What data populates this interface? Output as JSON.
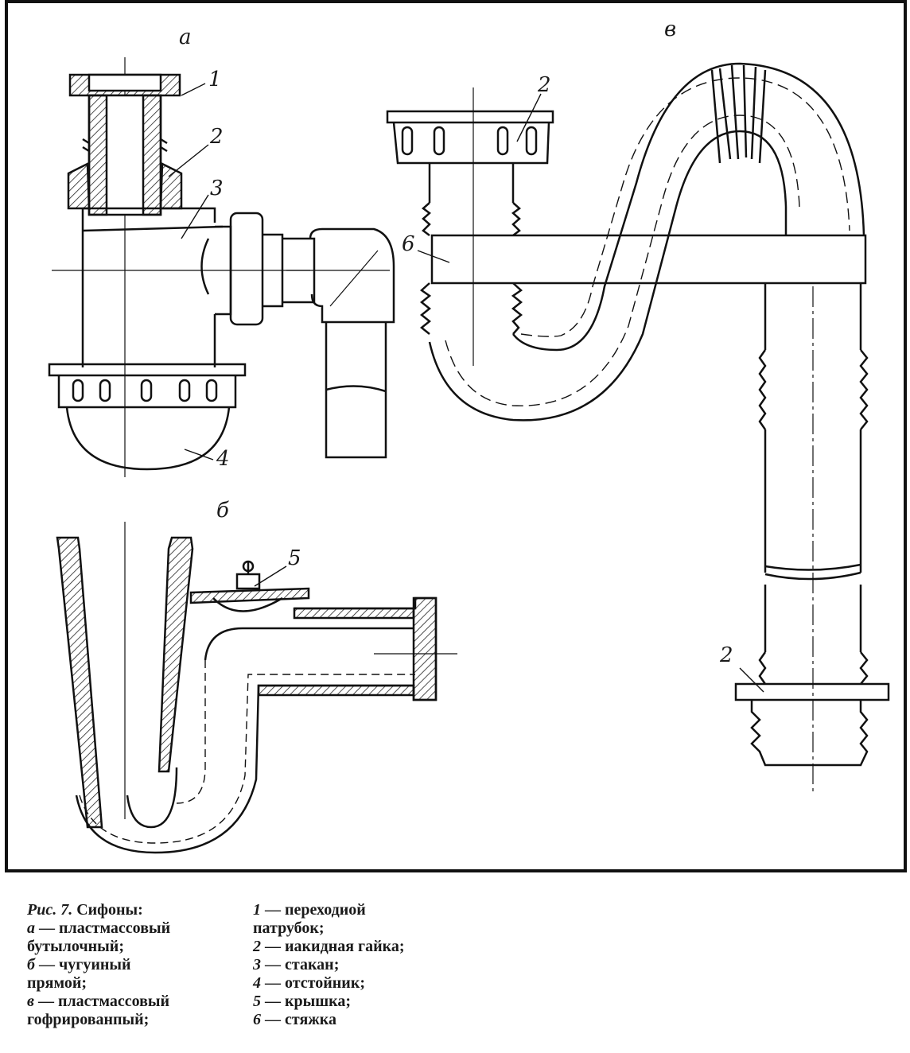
{
  "labels": {
    "a": "а",
    "b": "б",
    "v": "в",
    "n1": "1",
    "n2a": "2",
    "n3": "3",
    "n4": "4",
    "n5": "5",
    "n2v_top": "2",
    "n6": "6",
    "n2v_bottom": "2"
  },
  "caption": {
    "fig_ref": "Рис. 7.",
    "fig_title": " Сифоны:",
    "left": [
      {
        "key": "а",
        "text": " — пластмассовый"
      },
      {
        "key": "",
        "text": "бутылочный;"
      },
      {
        "key": "б",
        "text": " — чугуиный"
      },
      {
        "key": "",
        "text": "прямой;"
      },
      {
        "key": "в",
        "text": " — пластмассовый"
      },
      {
        "key": "",
        "text": "гофрированпый;"
      }
    ],
    "right": [
      {
        "key": "1",
        "text": " — переходиой"
      },
      {
        "key": "",
        "text": "патрубок;"
      },
      {
        "key": "2",
        "text": " — иакидная гайка;"
      },
      {
        "key": "3",
        "text": " — стакан;"
      },
      {
        "key": "4",
        "text": " — отстойник;"
      },
      {
        "key": "5",
        "text": " — крышка;"
      },
      {
        "key": "6",
        "text": " — стяжка"
      }
    ]
  }
}
